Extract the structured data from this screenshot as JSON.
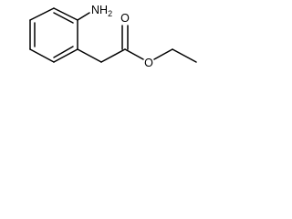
{
  "molecule": {
    "amine_group": {
      "main": "NH",
      "subscript": "2"
    },
    "carbonyl_oxygen": "O",
    "ester_oxygen": "O"
  }
}
